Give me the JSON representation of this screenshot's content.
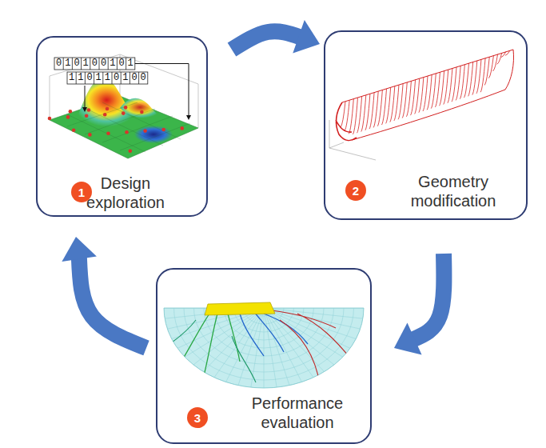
{
  "diagram": {
    "nodes": [
      {
        "text": [
          "Design exploration"
        ]
      },
      {
        "text": [
          "1"
        ],
        "in": 0
      },
      {
        "text": [
          "Geometry modification"
        ]
      },
      {
        "text": [
          "2"
        ],
        "in": 2
      },
      {
        "text": [
          "Performance evaluation"
        ]
      },
      {
        "text": [
          "3"
        ],
        "in": 4
      }
    ],
    "edges": [
      {
        "from": 0,
        "to": 2,
        "arrow": "to"
      },
      {
        "from": 2,
        "to": 4,
        "arrow": "to"
      },
      {
        "from": 4,
        "to": 0,
        "arrow": "to"
      }
    ],
    "labels": [
      "010100101",
      "110110100"
    ]
  }
}
